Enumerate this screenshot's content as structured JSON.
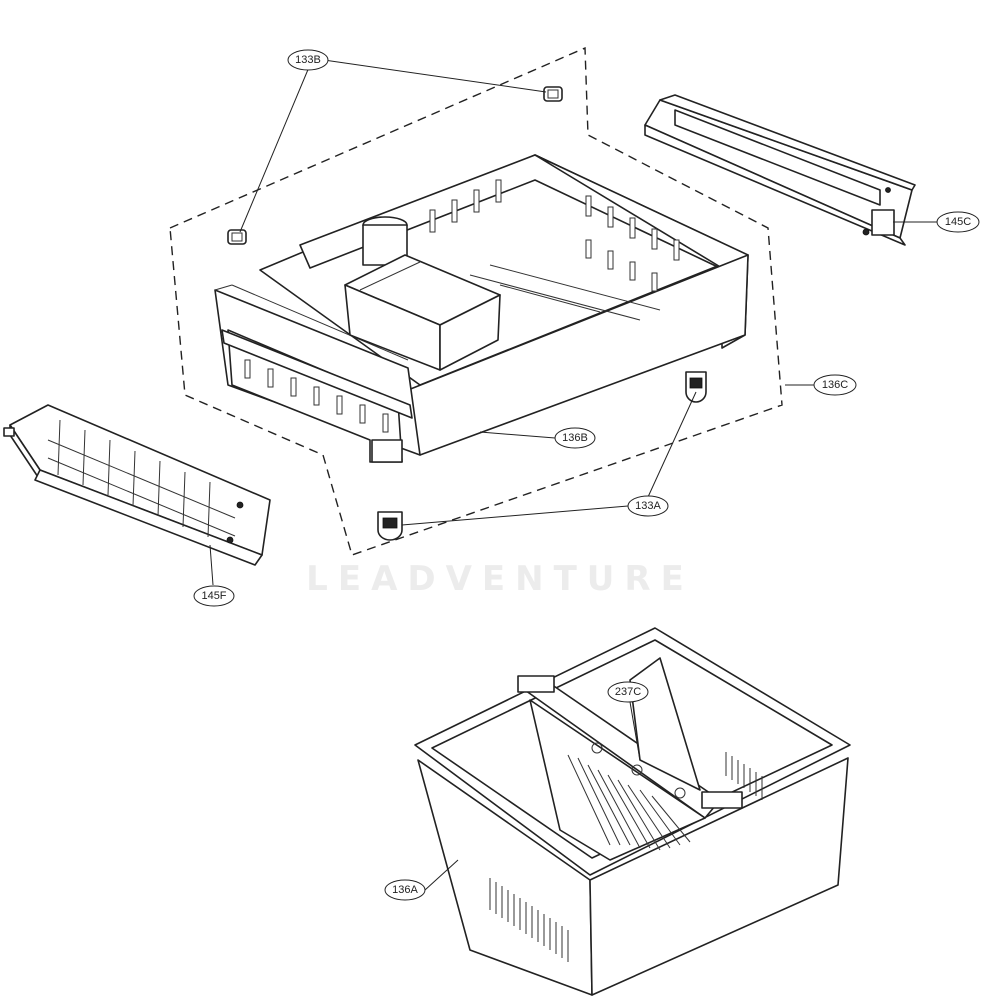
{
  "diagram": {
    "watermark": "LEADVENTURE",
    "callouts": {
      "p133B": "133B",
      "p145C": "145C",
      "p136C": "136C",
      "p136B": "136B",
      "p133A": "133A",
      "p145F": "145F",
      "p237C": "237C",
      "p136A": "136A"
    }
  }
}
